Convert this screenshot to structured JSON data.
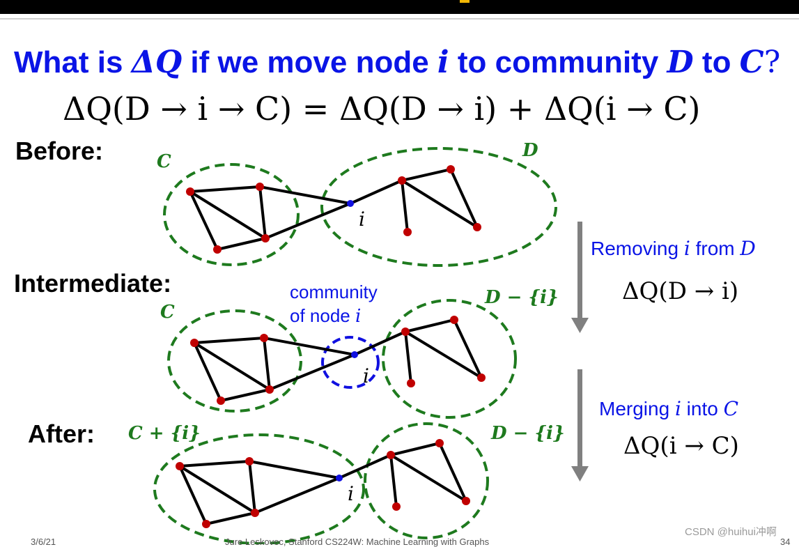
{
  "slide": {
    "title_prefix": "What is ",
    "title_dq": "ΔQ",
    "title_mid1": " if we move node ",
    "title_i": "i",
    "title_mid2": " to community ",
    "title_d": "D",
    "title_mid3": " to ",
    "title_c": "C",
    "title_qmark": "?",
    "formula": "ΔQ(D → i → C) = ΔQ(D → i) + ΔQ(i → C)"
  },
  "stages": {
    "before": "Before:",
    "intermediate": "Intermediate:",
    "after": "After:"
  },
  "communities": {
    "before_c": "C",
    "before_d": "D",
    "inter_c": "C",
    "inter_d": "D − {i}",
    "inter_node_line1": "community",
    "inter_node_line2_prefix": "of node ",
    "inter_node_line2_i": "i",
    "after_c": "C + {i}",
    "after_d": "D − {i}",
    "node_i": "i"
  },
  "steps": {
    "removing_prefix": "Removing ",
    "removing_i": "i",
    "removing_mid": " from ",
    "removing_d": "D",
    "removing_eq": "ΔQ(D → i)",
    "merging_prefix": "Merging ",
    "merging_i": "i",
    "merging_mid": " into ",
    "merging_c": "C",
    "merging_eq": "ΔQ(i → C)"
  },
  "footer": {
    "date": "3/6/21",
    "course": "Jure Leskovec, Stanford CS224W: Machine Learning with Graphs",
    "page": "34"
  },
  "watermark": "CSDN @huihui冲啊",
  "colors": {
    "title_blue": "#0a14e6",
    "community_green": "#1e7a1e",
    "node_red": "#c00000",
    "node_blue": "#1010e0",
    "arrow_gray": "#808080"
  }
}
